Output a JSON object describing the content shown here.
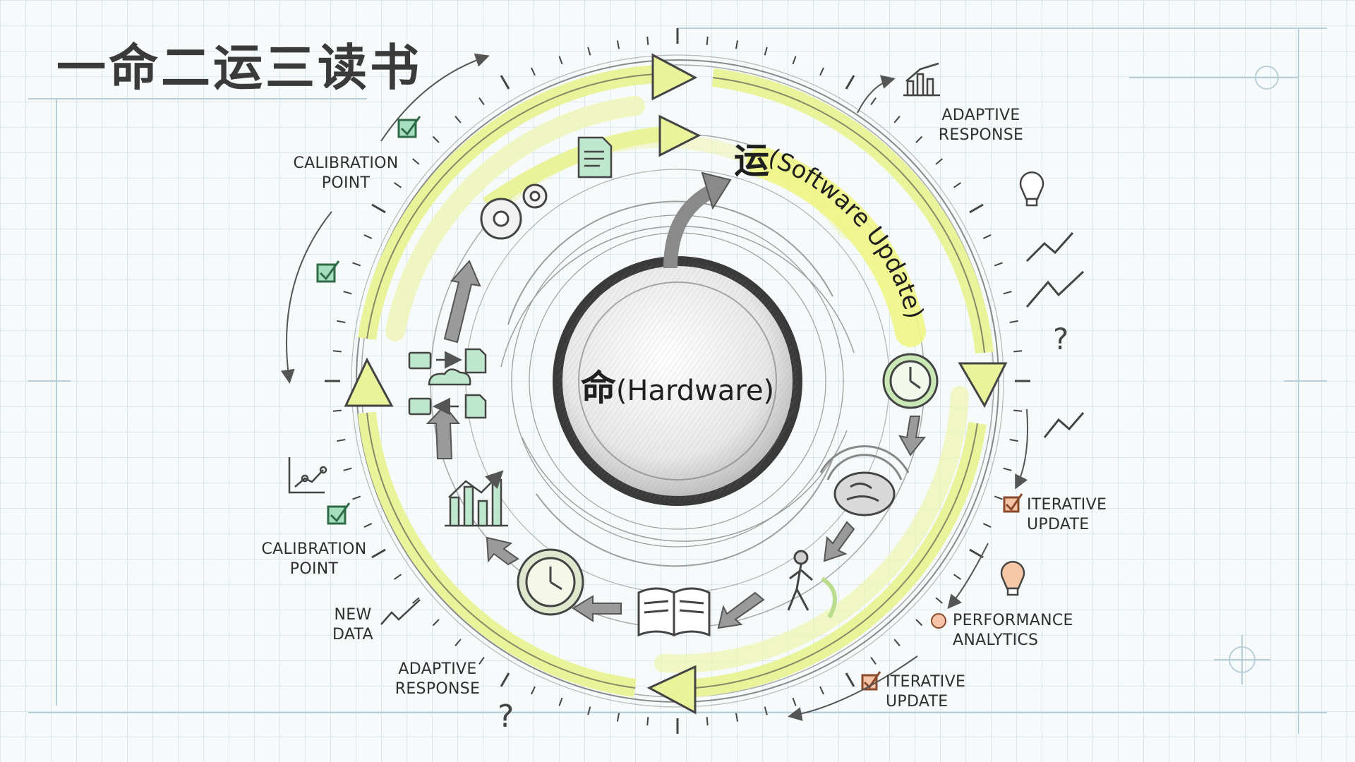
{
  "title": "一命二运三读书",
  "center": {
    "hanzi": "命",
    "text": "(Hardware)"
  },
  "software": {
    "hanzi": "运",
    "text": "(Software Update)"
  },
  "labels": {
    "calibration_top": [
      "CALIBRATION",
      "POINT"
    ],
    "calibration_bottom": [
      "CALIBRATION",
      "POINT"
    ],
    "adaptive_top": [
      "ADAPTIVE",
      "RESPONSE"
    ],
    "adaptive_bottom": [
      "ADAPTIVE",
      "RESPONSE"
    ],
    "iterative_right": [
      "ITERATIVE",
      "UPDATE"
    ],
    "iterative_bottom": [
      "ITERATIVE",
      "UPDATE"
    ],
    "performance": [
      "PERFORMANCE",
      "ANALYTICS"
    ],
    "new_data": [
      "NEW",
      "DATA"
    ]
  },
  "icons": [
    "check-icon",
    "gears-icon",
    "document-icon",
    "cloud-sync-icon",
    "bar-chart-icon",
    "clock-gear-icon",
    "open-book-icon",
    "walking-person-icon",
    "brain-icon",
    "clock-icon",
    "lightbulb-icon",
    "trend-arrow-icon",
    "question-icon",
    "scatter-chart-icon"
  ],
  "colors": {
    "accent": "#e8f39a",
    "accent_stroke": "#444444",
    "check_green": "#a6dfc0",
    "check_orange": "#f7c3a6",
    "grid": "#c8dbe3"
  }
}
